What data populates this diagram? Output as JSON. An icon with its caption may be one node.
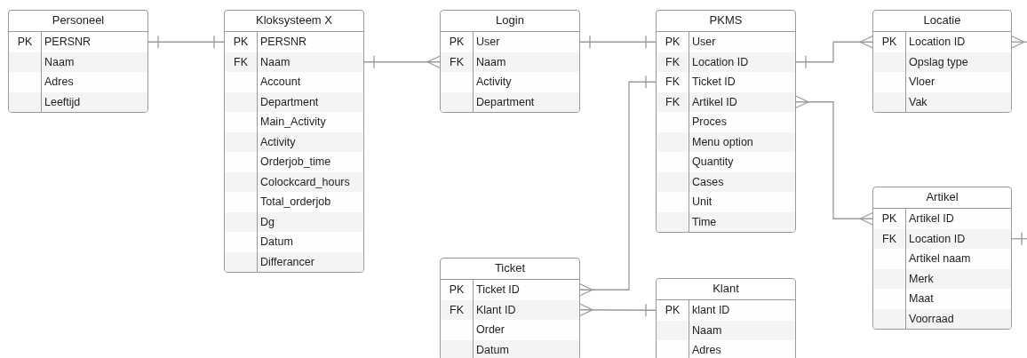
{
  "diagram": {
    "nodes": [
      {
        "text": [
          "Personeel"
        ]
      },
      {
        "text": [
          "PK",
          "PERSNR"
        ],
        "in": 0
      },
      {
        "text": [
          "Naam"
        ],
        "in": 0
      },
      {
        "text": [
          "Adres"
        ],
        "in": 0
      },
      {
        "text": [
          "Leeftijd"
        ],
        "in": 0
      },
      {
        "text": [
          "Kloksysteem X"
        ]
      },
      {
        "text": [
          "PK",
          "PERSNR"
        ],
        "in": 5
      },
      {
        "text": [
          "FK",
          "Naam"
        ],
        "in": 5
      },
      {
        "text": [
          "Account"
        ],
        "in": 5
      },
      {
        "text": [
          "Department"
        ],
        "in": 5
      },
      {
        "text": [
          "Main_Activity"
        ],
        "in": 5
      },
      {
        "text": [
          "Activity"
        ],
        "in": 5
      },
      {
        "text": [
          "Orderjob_time"
        ],
        "in": 5
      },
      {
        "text": [
          "Colockcard_hours"
        ],
        "in": 5
      },
      {
        "text": [
          "Total_orderjob"
        ],
        "in": 5
      },
      {
        "text": [
          "Dg"
        ],
        "in": 5
      },
      {
        "text": [
          "Datum"
        ],
        "in": 5
      },
      {
        "text": [
          "Differancer"
        ],
        "in": 5
      },
      {
        "text": [
          "Login"
        ]
      },
      {
        "text": [
          "PK",
          "User"
        ],
        "in": 18
      },
      {
        "text": [
          "FK",
          "Naam"
        ],
        "in": 18
      },
      {
        "text": [
          "Activity"
        ],
        "in": 18
      },
      {
        "text": [
          "Department"
        ],
        "in": 18
      },
      {
        "text": [
          "PKMS"
        ]
      },
      {
        "text": [
          "PK",
          "User"
        ],
        "in": 23
      },
      {
        "text": [
          "FK",
          "Location ID"
        ],
        "in": 23
      },
      {
        "text": [
          "FK",
          "Ticket ID"
        ],
        "in": 23
      },
      {
        "text": [
          "FK",
          "Artikel ID"
        ],
        "in": 23
      },
      {
        "text": [
          "Proces"
        ],
        "in": 23
      },
      {
        "text": [
          "Menu option"
        ],
        "in": 23
      },
      {
        "text": [
          "Quantity"
        ],
        "in": 23
      },
      {
        "text": [
          "Cases"
        ],
        "in": 23
      },
      {
        "text": [
          "Unit"
        ],
        "in": 23
      },
      {
        "text": [
          "Time"
        ],
        "in": 23
      },
      {
        "text": [
          "Locatie"
        ]
      },
      {
        "text": [
          "PK",
          "Location ID"
        ],
        "in": 34
      },
      {
        "text": [
          "Opslag type"
        ],
        "in": 34
      },
      {
        "text": [
          "Vloer"
        ],
        "in": 34
      },
      {
        "text": [
          "Vak"
        ],
        "in": 34
      },
      {
        "text": [
          "Artikel"
        ]
      },
      {
        "text": [
          "PK",
          "Artikel ID"
        ],
        "in": 39
      },
      {
        "text": [
          "FK",
          "Location ID"
        ],
        "in": 39
      },
      {
        "text": [
          "Artikel naam"
        ],
        "in": 39
      },
      {
        "text": [
          "Merk"
        ],
        "in": 39
      },
      {
        "text": [
          "Maat"
        ],
        "in": 39
      },
      {
        "text": [
          "Voorraad"
        ],
        "in": 39
      },
      {
        "text": [
          "Ticket"
        ]
      },
      {
        "text": [
          "PK",
          "Ticket ID"
        ],
        "in": 46
      },
      {
        "text": [
          "FK",
          "Klant ID"
        ],
        "in": 46
      },
      {
        "text": [
          "Order"
        ],
        "in": 46
      },
      {
        "text": [
          "Datum"
        ],
        "in": 46
      },
      {
        "text": [
          "Klant"
        ]
      },
      {
        "text": [
          "PK",
          "klant ID"
        ],
        "in": 51
      },
      {
        "text": [
          "Naam"
        ],
        "in": 51
      },
      {
        "text": [
          "Adres"
        ],
        "in": 51
      }
    ],
    "edges": [
      {
        "from": 1,
        "to": 6,
        "arrow": "other"
      },
      {
        "from": 7,
        "to": 20,
        "arrow": "other"
      },
      {
        "from": 19,
        "to": 24,
        "arrow": "other"
      },
      {
        "from": 47,
        "to": 26,
        "arrow": "other"
      },
      {
        "from": 48,
        "to": 52,
        "arrow": "other"
      },
      {
        "from": 25,
        "to": 35,
        "arrow": "other"
      },
      {
        "from": 27,
        "to": 40,
        "arrow": "other"
      },
      {
        "from": 35,
        "to": null,
        "arrow": "other"
      },
      {
        "from": 41,
        "to": null,
        "arrow": "other"
      }
    ]
  }
}
